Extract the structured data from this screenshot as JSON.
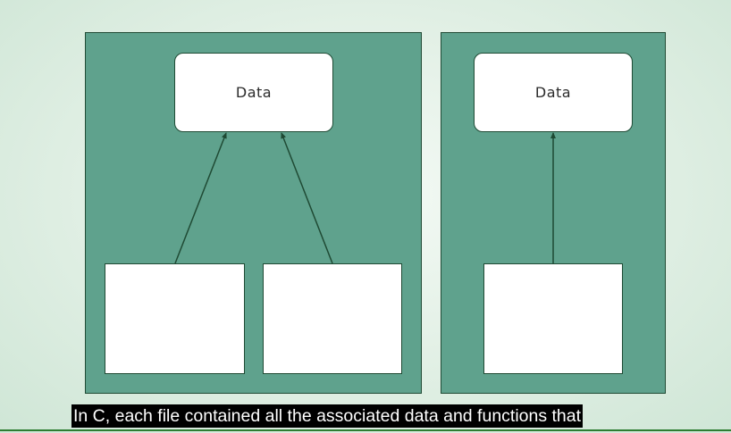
{
  "diagram": {
    "left_panel": {
      "data_label": "Data"
    },
    "right_panel": {
      "data_label": "Data"
    }
  },
  "caption": {
    "text": "In C, each file contained all the associated data and functions that"
  },
  "colors": {
    "panel_fill": "#5fa28d",
    "panel_border": "#1f4a34",
    "box_fill": "#ffffff",
    "arrow": "#1f4a34",
    "background": "#e4f1e7",
    "caption_background": "#000000",
    "caption_text": "#ffffff"
  }
}
